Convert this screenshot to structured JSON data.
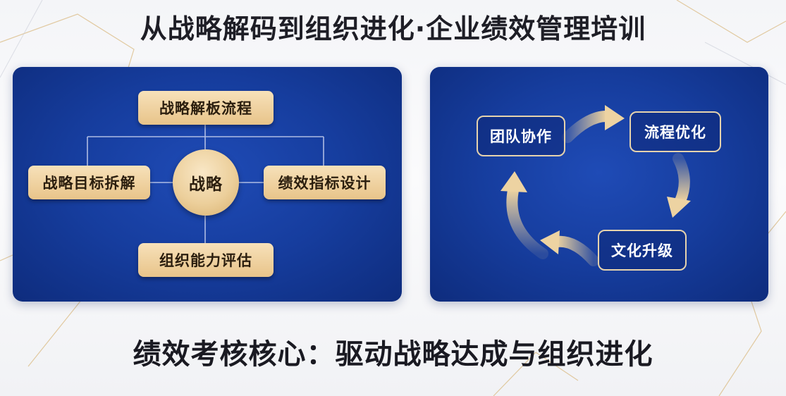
{
  "title": "从战略解码到组织进化·企业绩效管理培训",
  "subtitle": "绩效考核核心：驱动战略达成与组织进化",
  "colors": {
    "panel_blue": "#163d9e",
    "gold": "#e8c48a",
    "gold_light": "#f7e1ba",
    "text_dark": "#1e1e26"
  },
  "left_diagram": {
    "center": "战略",
    "top": "战略解板流程",
    "left": "战略目标拆解",
    "right": "绩效指标设计",
    "bottom": "组织能力评估"
  },
  "right_diagram": {
    "nodes": [
      "团队协作",
      "流程优化",
      "文化升级"
    ],
    "flow": "cycle-clockwise"
  }
}
